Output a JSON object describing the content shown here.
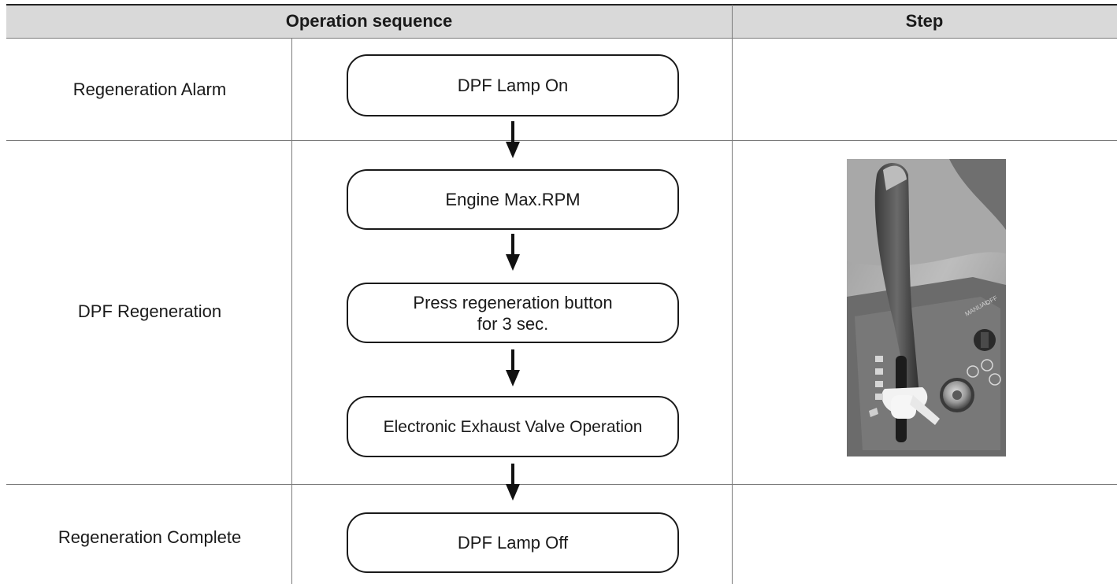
{
  "table": {
    "headers": {
      "sequence": "Operation sequence",
      "step": "Step"
    },
    "rows": [
      {
        "label": "Regeneration Alarm"
      },
      {
        "label": "DPF Regeneration"
      },
      {
        "label": "Regeneration Complete"
      }
    ]
  },
  "flow": {
    "steps": [
      "DPF Lamp On",
      "Engine Max.RPM",
      "Press regeneration button\nfor 3 sec.",
      "Electronic Exhaust Valve Operation",
      "DPF Lamp Off"
    ]
  },
  "photo": {
    "switch_labels": {
      "manual": "MANUAL",
      "off": "OFF"
    }
  }
}
